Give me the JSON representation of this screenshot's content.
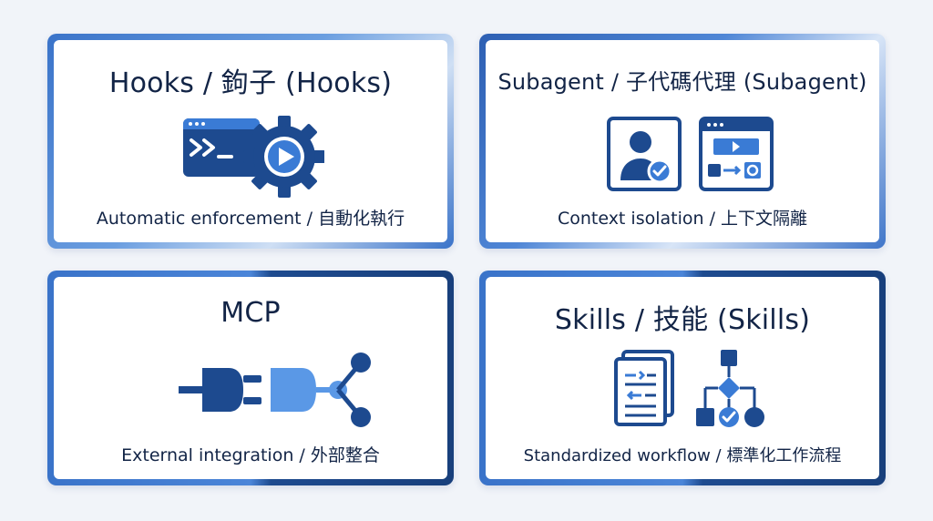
{
  "cards": [
    {
      "title": "Hooks / 鉤子 (Hooks)",
      "caption": "Automatic enforcement / 自動化執行",
      "icon": "terminal-gear-play-icon"
    },
    {
      "title": "Subagent / 子代碼代理 (Subagent)",
      "caption": "Context isolation / 上下文隔離",
      "icon": "user-check-and-window-icon"
    },
    {
      "title": "MCP",
      "caption": "External integration / 外部整合",
      "icon": "plug-connector-icon"
    },
    {
      "title": "Skills / 技能 (Skills)",
      "caption": "Standardized workflow / 標準化工作流程",
      "icon": "documents-flowchart-icon"
    }
  ],
  "colors": {
    "dark_blue": "#1d4a8f",
    "mid_blue": "#3a7bd5",
    "light_blue": "#5a98e6",
    "text": "#122446"
  }
}
